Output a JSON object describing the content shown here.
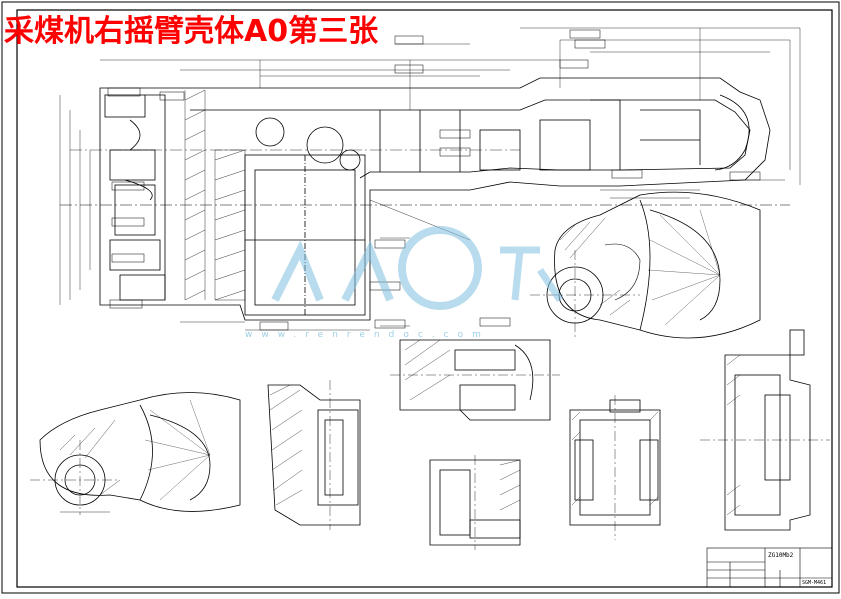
{
  "title": "采煤机右摇臂壳体A0第三张",
  "watermark": {
    "text": "www.renrendoc.com"
  },
  "title_block": {
    "drawing_code": "ZG10Mb2",
    "scale": "SGM-M461"
  },
  "colors": {
    "title": "#ff0000",
    "line": "#000000",
    "watermark": "#7fc0e0"
  }
}
